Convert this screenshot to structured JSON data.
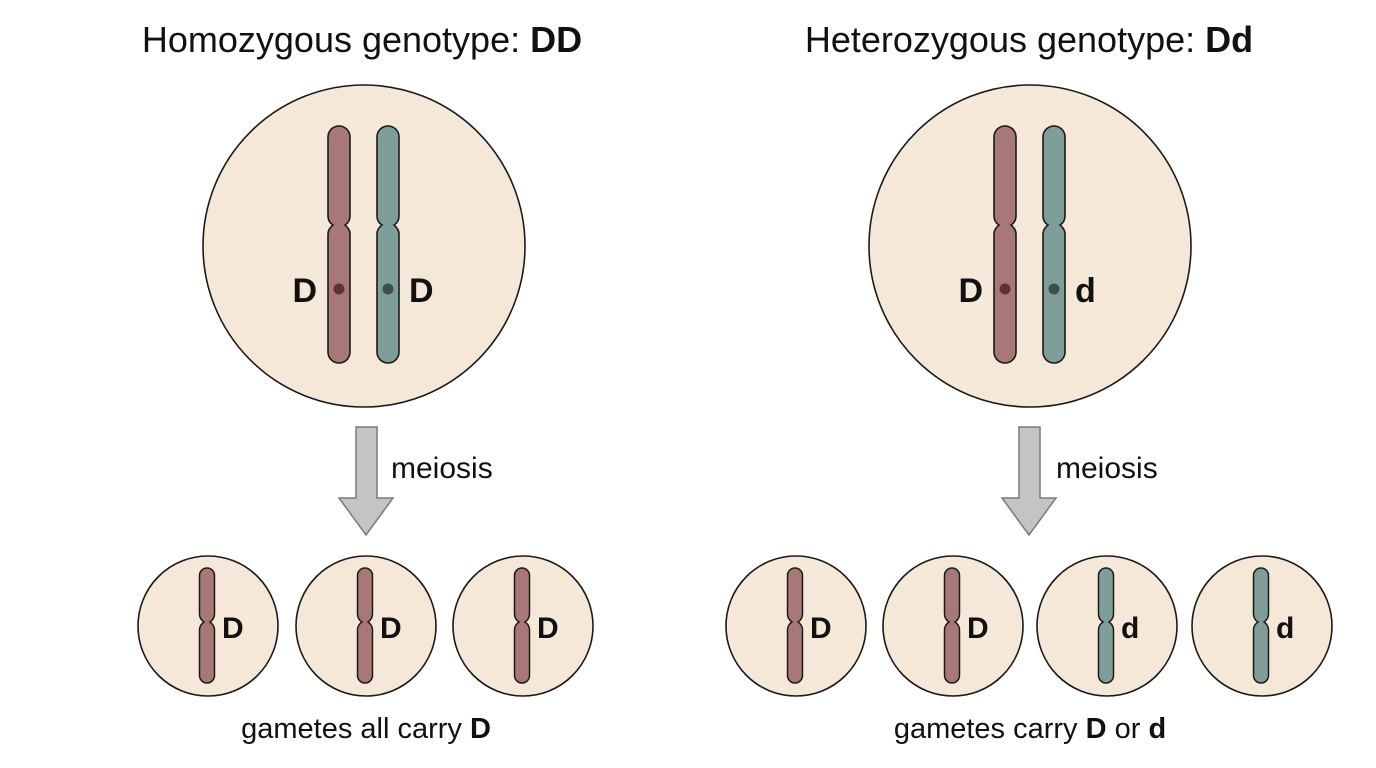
{
  "colors": {
    "cell_fill": "#f5e8d8",
    "cell_stroke": "#1a1a1a",
    "chromosome_maternal": "#a87878",
    "chromosome_paternal": "#7f9e99",
    "centromere_dot_maternal": "#5a3434",
    "centromere_dot_paternal": "#3f4d4b",
    "arrow_fill": "#c4c4c4",
    "arrow_stroke": "#7a7a7a",
    "background": "#ffffff"
  },
  "homozygous": {
    "title_prefix": "Homozygous genotype: ",
    "title_genotype": "DD",
    "parent_alleles": [
      "D",
      "D"
    ],
    "process_label": "meiosis",
    "gametes": [
      {
        "allele": "D",
        "chromosome": "maternal"
      },
      {
        "allele": "D",
        "chromosome": "maternal"
      },
      {
        "allele": "D",
        "chromosome": "maternal"
      }
    ],
    "caption_prefix": "gametes all carry ",
    "caption_allele": "D"
  },
  "heterozygous": {
    "title_prefix": "Heterozygous genotype: ",
    "title_genotype": "Dd",
    "parent_alleles": [
      "D",
      "d"
    ],
    "process_label": "meiosis",
    "gametes": [
      {
        "allele": "D",
        "chromosome": "maternal"
      },
      {
        "allele": "D",
        "chromosome": "maternal"
      },
      {
        "allele": "d",
        "chromosome": "paternal"
      },
      {
        "allele": "d",
        "chromosome": "paternal"
      }
    ],
    "caption_prefix": "gametes carry ",
    "caption_allele_1": "D",
    "caption_joiner": " or ",
    "caption_allele_2": "d"
  }
}
